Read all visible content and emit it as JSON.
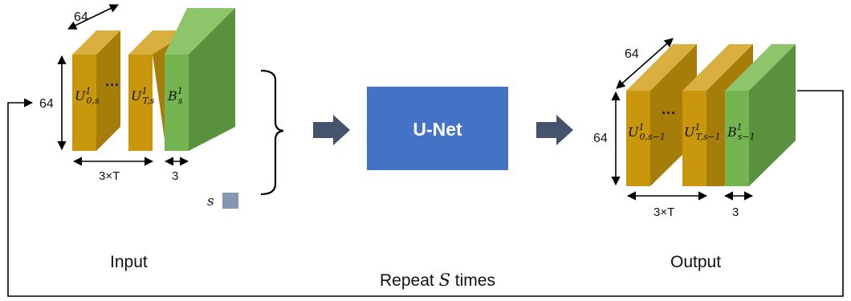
{
  "colors": {
    "orange_front": "#C9970B",
    "orange_side": "#A67D08",
    "orange_top": "#D9B040",
    "green_front": "#74B552",
    "green_side": "#5A913E",
    "green_top": "#8EC56A",
    "unet_fill": "#4472C4",
    "flow_arrow": "#44546A",
    "s_square": "#8497B0",
    "line": "#000000"
  },
  "input": {
    "label": "Input",
    "depth_label": "64",
    "height_label": "64",
    "width_label_time": "3×T",
    "width_label_channels": "3",
    "ellipsis": "···",
    "block_first": {
      "base": "U",
      "sup": "1",
      "sub": "0,s"
    },
    "block_last": {
      "base": "U",
      "sup": "1",
      "sub": "T,s"
    },
    "block_boundary": {
      "base": "B",
      "sup": "1",
      "sub": "s"
    },
    "extra_input": "s"
  },
  "model": {
    "label": "U-Net"
  },
  "output": {
    "label": "Output",
    "depth_label": "64",
    "height_label": "64",
    "width_label_time": "3×T",
    "width_label_channels": "3",
    "ellipsis": "···",
    "block_first": {
      "base": "U",
      "sup": "1",
      "sub": "0,s−1"
    },
    "block_last": {
      "base": "U",
      "sup": "1",
      "sub": "T,s−1"
    },
    "block_boundary": {
      "base": "B",
      "sup": "1",
      "sub": "s−1"
    }
  },
  "loop": {
    "label_prefix": "Repeat ",
    "label_var": "S",
    "label_suffix": " times"
  }
}
